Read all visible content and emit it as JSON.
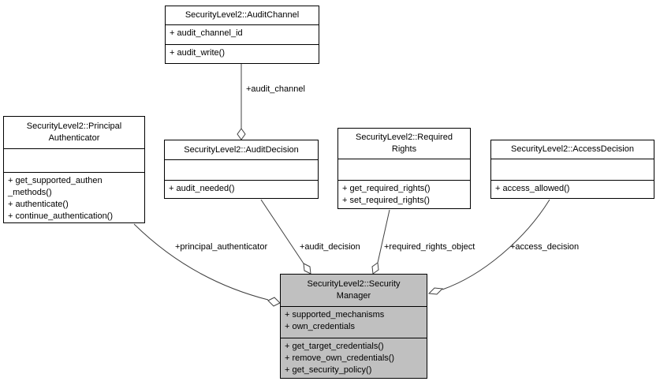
{
  "diagram": {
    "type": "uml-collaboration-diagram",
    "background_color": "#ffffff",
    "box_border_color": "#000000",
    "box_fill_color": "#ffffff",
    "focus_fill_color": "#c0c0c0",
    "edge_color": "#404040",
    "text_color": "#000000"
  },
  "classes": [
    {
      "id": "audit-channel",
      "title_lines": [
        "SecurityLevel2::AuditChannel"
      ],
      "attributes": [
        "+ audit_channel_id"
      ],
      "methods": [
        "+ audit_write()"
      ]
    },
    {
      "id": "principal-authenticator",
      "title_lines": [
        "SecurityLevel2::Principal",
        "Authenticator"
      ],
      "attributes": [],
      "methods": [
        "+ get_supported_authen",
        "_methods()",
        "+ authenticate()",
        "+ continue_authentication()"
      ]
    },
    {
      "id": "audit-decision",
      "title_lines": [
        "SecurityLevel2::AuditDecision"
      ],
      "attributes": [],
      "methods": [
        "+ audit_needed()"
      ]
    },
    {
      "id": "required-rights",
      "title_lines": [
        "SecurityLevel2::Required",
        "Rights"
      ],
      "attributes": [],
      "methods": [
        "+ get_required_rights()",
        "+ set_required_rights()"
      ]
    },
    {
      "id": "access-decision",
      "title_lines": [
        "SecurityLevel2::AccessDecision"
      ],
      "attributes": [],
      "methods": [
        "+ access_allowed()"
      ]
    },
    {
      "id": "security-manager",
      "title_lines": [
        "SecurityLevel2::Security",
        "Manager"
      ],
      "attributes": [
        "+ supported_mechanisms",
        "+ own_credentials"
      ],
      "methods": [
        "+ get_target_credentials()",
        "+ remove_own_credentials()",
        "+ get_security_policy()"
      ]
    }
  ],
  "edges": [
    {
      "label": "+audit_channel",
      "from": "SecurityLevel2::AuditChannel",
      "to": "SecurityLevel2::AuditDecision",
      "type": "aggregation"
    },
    {
      "label": "+principal_authenticator",
      "from": "SecurityLevel2::PrincipalAuthenticator",
      "to": "SecurityLevel2::SecurityManager",
      "type": "aggregation"
    },
    {
      "label": "+audit_decision",
      "from": "SecurityLevel2::AuditDecision",
      "to": "SecurityLevel2::SecurityManager",
      "type": "aggregation"
    },
    {
      "label": "+required_rights_object",
      "from": "SecurityLevel2::RequiredRights",
      "to": "SecurityLevel2::SecurityManager",
      "type": "aggregation"
    },
    {
      "label": "+access_decision",
      "from": "SecurityLevel2::AccessDecision",
      "to": "SecurityLevel2::SecurityManager",
      "type": "aggregation"
    }
  ]
}
